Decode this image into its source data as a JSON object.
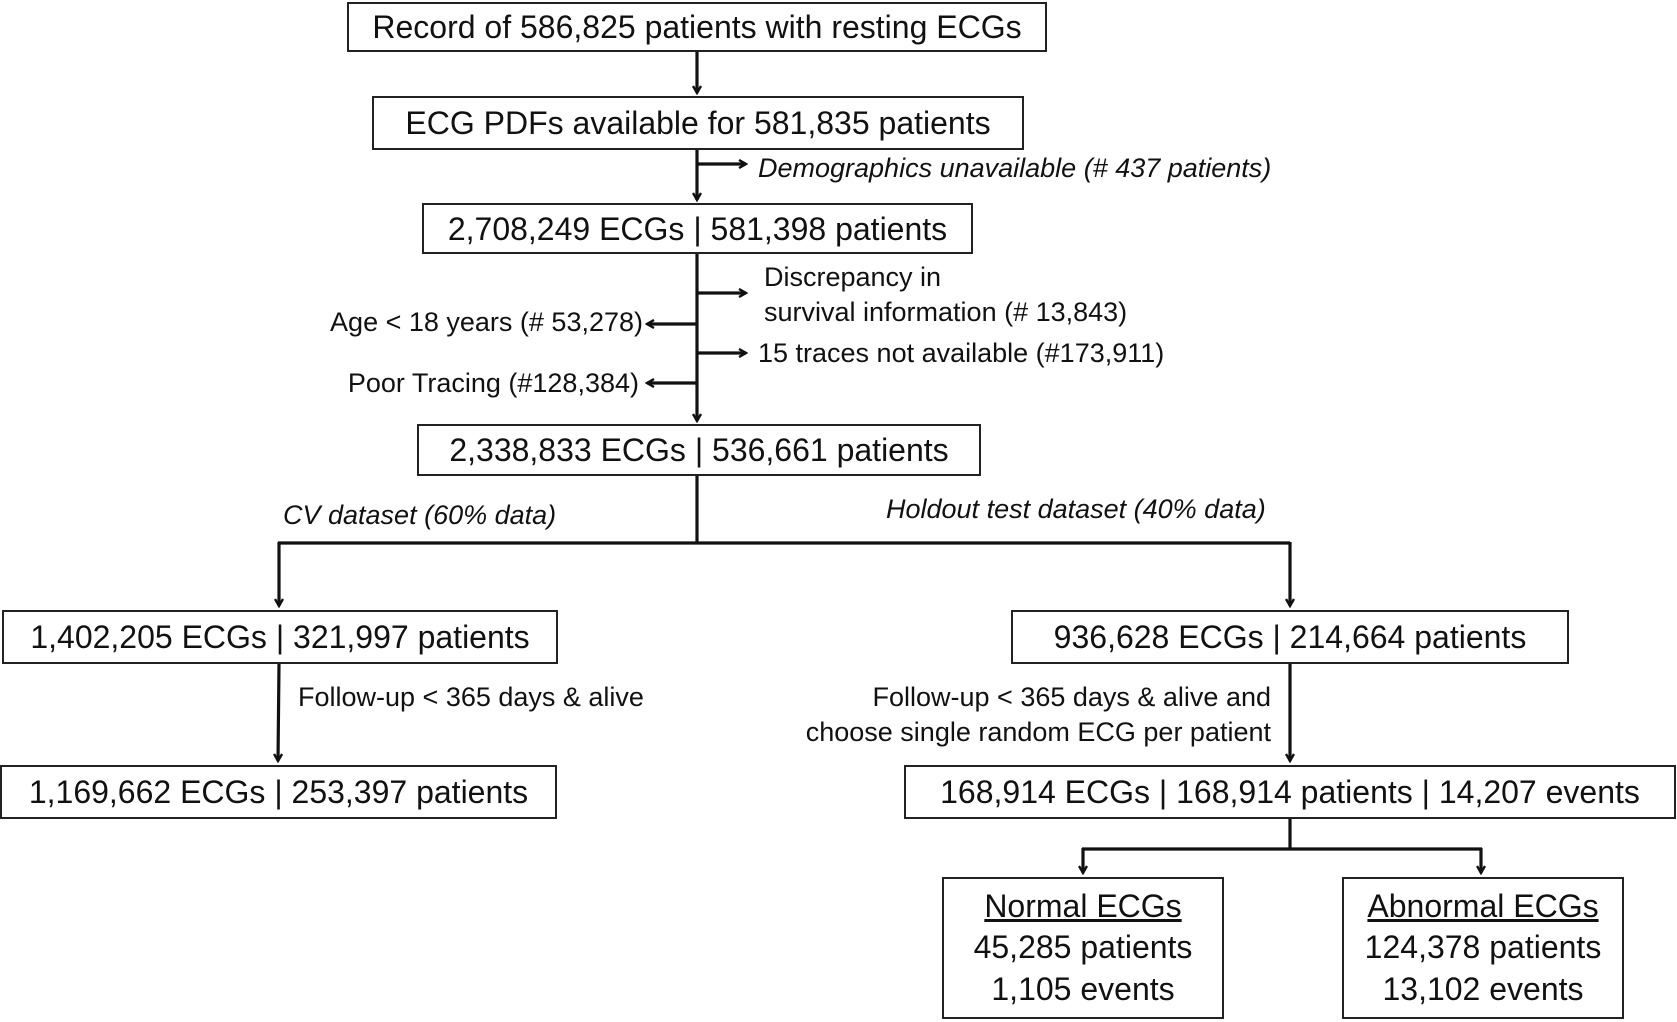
{
  "diagram": {
    "boxes": {
      "record": "Record of 586,825 patients with resting ECGs",
      "pdfs": "ECG PDFs available for 581,835 patients",
      "ecgs_total": "2,708,249 ECGs | 581,398 patients",
      "ecgs_clean": "2,338,833 ECGs | 536,661 patients",
      "cv_set": "1,402,205 ECGs | 321,997 patients",
      "holdout_set": "936,628 ECGs | 214,664 patients",
      "cv_final": "1,169,662 ECGs | 253,397 patients",
      "holdout_final": "168,914 ECGs | 168,914 patients | 14,207 events",
      "normal": {
        "title": "Normal ECGs",
        "patients": "45,285 patients",
        "events": "1,105 events"
      },
      "abnormal": {
        "title": "Abnormal ECGs",
        "patients": "124,378 patients",
        "events": "13,102 events"
      }
    },
    "exclusions": {
      "demographics": "Demographics unavailable (# 437 patients)",
      "discrepancy_line1": "Discrepancy in",
      "discrepancy_line2": "survival information (# 13,843)",
      "age": "Age < 18 years (# 53,278)",
      "traces": "15 traces not available (#173,911)",
      "poor_tracing": "Poor Tracing (#128,384)"
    },
    "splits": {
      "cv": "CV dataset (60% data)",
      "holdout": "Holdout test dataset (40% data)"
    },
    "filters": {
      "cv_followup": "Follow-up < 365 days & alive",
      "holdout_followup_line1": "Follow-up < 365 days & alive and",
      "holdout_followup_line2": "choose single random ECG per patient"
    }
  }
}
